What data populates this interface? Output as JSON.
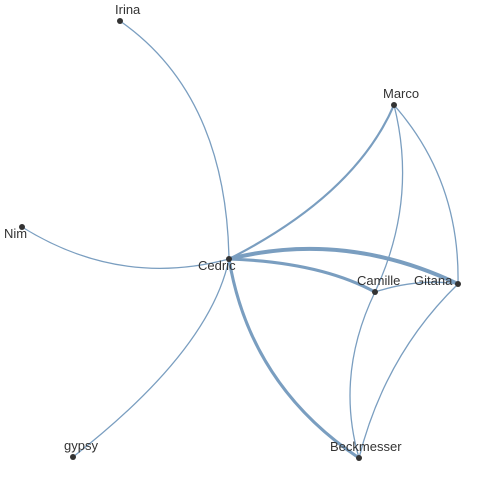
{
  "colors": {
    "edge": "#7a9ec0",
    "node": "#333333",
    "background": "#ffffff"
  },
  "nodes": [
    {
      "id": "Irina",
      "label": "Irina"
    },
    {
      "id": "Marco",
      "label": "Marco"
    },
    {
      "id": "Nim",
      "label": "Nim"
    },
    {
      "id": "Cedric",
      "label": "Cedric"
    },
    {
      "id": "Camille",
      "label": "Camille"
    },
    {
      "id": "Gitana",
      "label": "Gitana"
    },
    {
      "id": "gypsy",
      "label": "gypsy"
    },
    {
      "id": "Beckmesser",
      "label": "Beckmesser"
    }
  ],
  "edges": [
    {
      "source": "Cedric",
      "target": "Irina",
      "weight": 1
    },
    {
      "source": "Cedric",
      "target": "Nim",
      "weight": 1
    },
    {
      "source": "Cedric",
      "target": "gypsy",
      "weight": 1
    },
    {
      "source": "Cedric",
      "target": "Marco",
      "weight": 2
    },
    {
      "source": "Cedric",
      "target": "Gitana",
      "weight": 4
    },
    {
      "source": "Cedric",
      "target": "Camille",
      "weight": 3
    },
    {
      "source": "Cedric",
      "target": "Beckmesser",
      "weight": 3
    },
    {
      "source": "Marco",
      "target": "Gitana",
      "weight": 1
    },
    {
      "source": "Marco",
      "target": "Camille",
      "weight": 1
    },
    {
      "source": "Camille",
      "target": "Gitana",
      "weight": 1
    },
    {
      "source": "Camille",
      "target": "Beckmesser",
      "weight": 1
    },
    {
      "source": "Gitana",
      "target": "Beckmesser",
      "weight": 1
    }
  ]
}
